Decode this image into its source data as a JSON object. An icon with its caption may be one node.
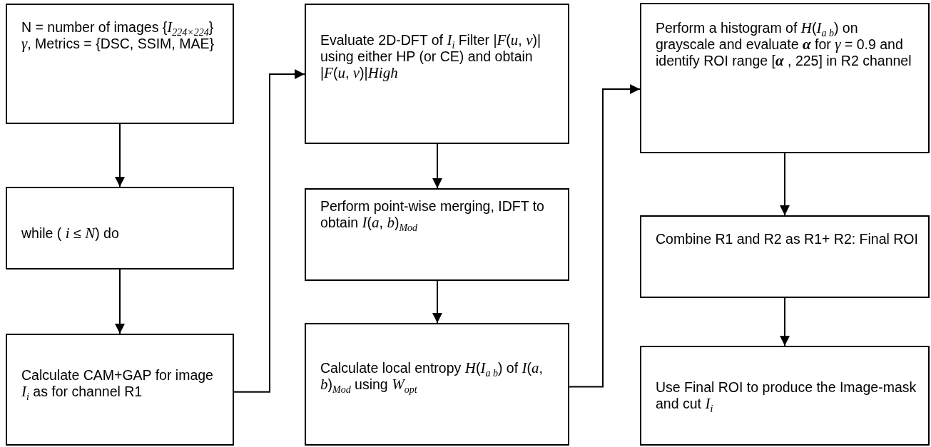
{
  "diagram": {
    "nodes": [
      {
        "text": [
          "N = number of images {*I*$_{224×224}$} *γ*, Metrics = {DSC, SSIM, MAE}"
        ]
      },
      {
        "text": [
          "while ( *i* ≤ *N*) do"
        ]
      },
      {
        "text": [
          "Calculate CAM+GAP for image *I*$_{i}$ as for channel R1"
        ]
      },
      {
        "text": [
          "Evaluate 2D-DFT of *I*$_{i}$ Filter |*F*(*u*, *v*)| using either HP (or CE) and obtain |*F*(*u*, *v*)|*High*"
        ]
      },
      {
        "text": [
          "Perform point-wise merging, IDFT to obtain *I*(*a*, *b*)$_{Mod}$"
        ]
      },
      {
        "text": [
          "Calculate local entropy *H*(*I*$_{a b}$) of *I*(*a*, *b*)$_{Mod}$ using *W*$_{opt}$"
        ]
      },
      {
        "text": [
          "Perform a histogram of *H*(*I*$_{a b}$) on grayscale and evaluate **α** for *γ* = 0.9 and identify ROI range [**α** , 225] in R2 channel"
        ]
      },
      {
        "text": [
          "Combine R1 and R2 as R1+ R2: Final ROI"
        ]
      },
      {
        "text": [
          "Use Final ROI to produce the Image-mask and cut *I*$_{i}$"
        ]
      }
    ],
    "edges": [
      {
        "from": 0,
        "to": 1,
        "arrow": "to"
      },
      {
        "from": 1,
        "to": 2,
        "arrow": "to"
      },
      {
        "from": 2,
        "to": 3,
        "arrow": "to"
      },
      {
        "from": 3,
        "to": 4,
        "arrow": "to"
      },
      {
        "from": 4,
        "to": 5,
        "arrow": "to"
      },
      {
        "from": 5,
        "to": 6,
        "arrow": "to"
      },
      {
        "from": 6,
        "to": 7,
        "arrow": "to"
      },
      {
        "from": 7,
        "to": 8,
        "arrow": "to"
      }
    ]
  }
}
